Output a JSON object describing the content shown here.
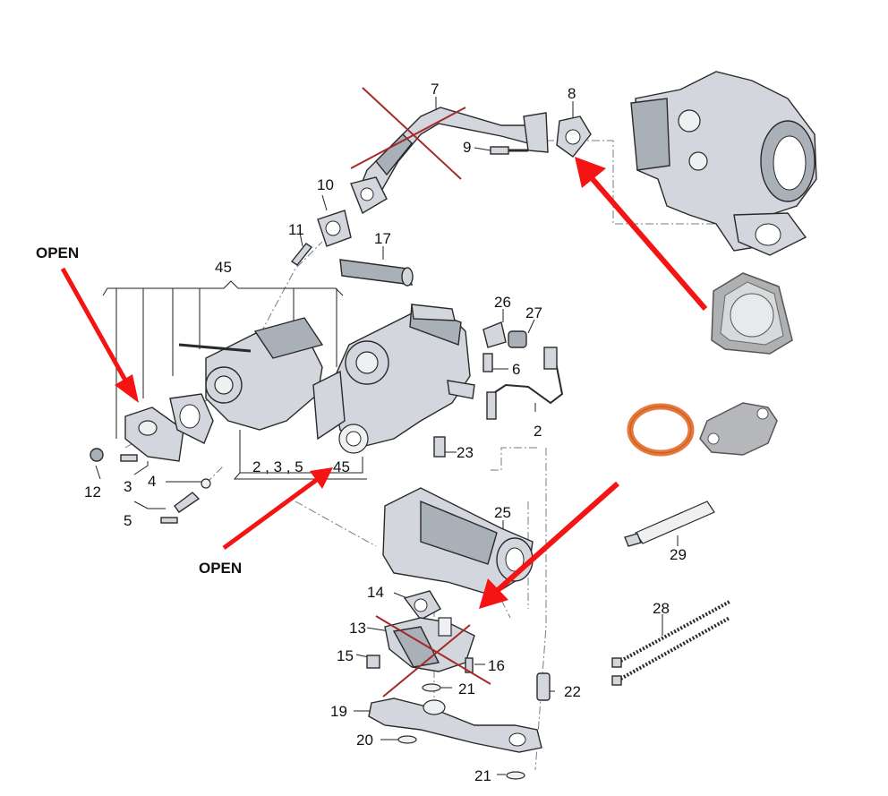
{
  "annotations": {
    "open_left": "OPEN",
    "open_center": "OPEN"
  },
  "labels": {
    "p2": "2",
    "p3": "3",
    "p4": "4",
    "p5": "5",
    "p6": "6",
    "p7": "7",
    "p8": "8",
    "p9": "9",
    "p10": "10",
    "p11": "11",
    "p12": "12",
    "p13": "13",
    "p14": "14",
    "p15": "15",
    "p16": "16",
    "p17": "17",
    "p19": "19",
    "p20": "20",
    "p21a": "21",
    "p21b": "21",
    "p22": "22",
    "p23": "23",
    "p25": "25",
    "p26": "26",
    "p27": "27",
    "p28": "28",
    "p29": "29",
    "p45a": "45",
    "p45b": "45",
    "p235": "2 , 3 , 5"
  },
  "colors": {
    "arrow": "#f41414",
    "cross": "#a52a2a",
    "gasket_ring": "#e8783a"
  }
}
